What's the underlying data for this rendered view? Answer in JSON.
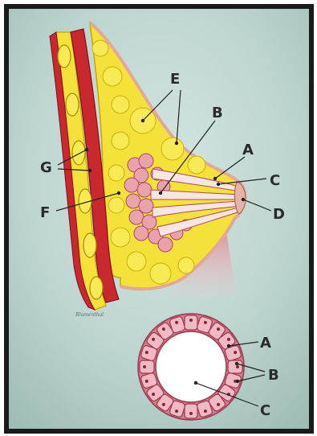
{
  "labels": {
    "A": "A",
    "B": "B",
    "C": "C",
    "D": "D",
    "E": "E",
    "F": "F",
    "G": "G",
    "inset_A": "A",
    "inset_B": "B",
    "inset_C": "C"
  },
  "signature": "Blumenthal",
  "colors": {
    "background": "#bfd6d1",
    "frame": "#1a1a1a",
    "fat": "#f4e23a",
    "fat_outline": "#d8b800",
    "muscle": "#c8282e",
    "muscle_dark": "#8e1a1e",
    "lobule": "#e9a3ad",
    "lobule_outline": "#b0485a",
    "duct": "#f7e6e4",
    "skin": "#e4b4a6",
    "cell": "#f1b9c3",
    "cell_outline": "#9a3a4c",
    "lumen": "#ffffff"
  }
}
